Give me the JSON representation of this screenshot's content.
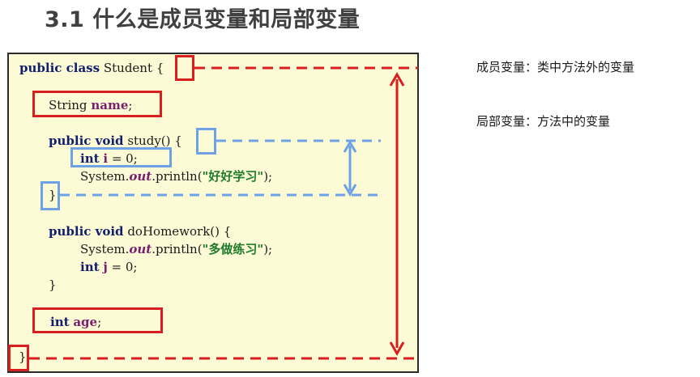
{
  "slide": {
    "title": "3.1 什么是成员变量和局部变量"
  },
  "code": {
    "line1": {
      "kw": "public class",
      "name": "Student",
      "brace": "{"
    },
    "line2": {
      "type": "String",
      "field": "name",
      "end": ";"
    },
    "line3": {
      "kw": "public void",
      "name": "study()",
      "brace": "{"
    },
    "line4": {
      "kw": "int",
      "var": "i",
      "rest": "= 0;"
    },
    "line5": {
      "pre": "System.",
      "out": "out",
      "mid": ".println(",
      "str": "\"好好学习\"",
      "end": ");"
    },
    "line6": {
      "brace": "}"
    },
    "line7": {
      "kw": "public void",
      "name": "doHomework() {"
    },
    "line8": {
      "pre": "System.",
      "out": "out",
      "mid": ".println(",
      "str": "\"多做练习\"",
      "end": ");"
    },
    "line9": {
      "kw": "int",
      "var": "j",
      "rest": "= 0;"
    },
    "line10": {
      "brace": "}"
    },
    "line11": {
      "kw": "int",
      "field": "age",
      "end": ";"
    },
    "line12": {
      "brace": "}"
    }
  },
  "notes": {
    "member": "成员变量：类中方法外的变量",
    "local": "局部变量：方法中的变量"
  },
  "colors": {
    "member_scope": "#d81e1e",
    "local_scope": "#6ea2e6",
    "code_background": "#fdfbd6"
  }
}
